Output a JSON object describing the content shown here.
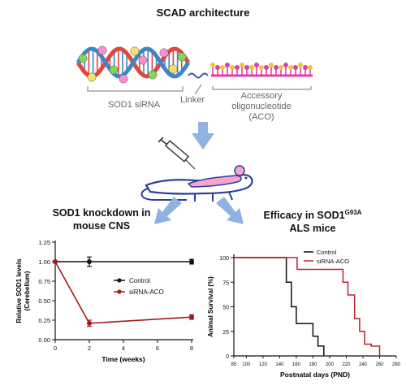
{
  "header": {
    "title": "SCAD architecture"
  },
  "architecture": {
    "sirna_label": "SOD1 siRNA",
    "linker_label": "Linker",
    "aco_label": "Accessory oligonucleotide (ACO)",
    "aco_lines": [
      "Accessory",
      "oligonucleotide",
      "(ACO)"
    ]
  },
  "panels": {
    "knockdown_title_lines": [
      "SOD1 knockdown in",
      "mouse CNS"
    ],
    "efficacy_title_line1": "Efficacy in SOD1",
    "efficacy_title_sup": "G93A",
    "efficacy_title_line2": "ALS mice"
  },
  "colors": {
    "helix_red": "#e0473c",
    "helix_blue": "#3f86c8",
    "aco_pink": "#e23da8",
    "aco_yellow": "#f2c630",
    "arrow_blue": "#8fb2e1",
    "mouse_outline": "#2d3f9c",
    "mouse_pink": "#f4a6d0",
    "control": "#111111",
    "sirna_aco": "#a31a1a"
  },
  "chart_data": [
    {
      "type": "line",
      "xlabel": "Time (weeks)",
      "ylabel": "Relative SOD1 levels",
      "ylabel_sub": "(Cerebellum)",
      "xticks": [
        0,
        2,
        4,
        6,
        8
      ],
      "yticks": [
        "0.00",
        "0.25",
        "0.50",
        "0.75",
        "1.00",
        "1.25"
      ],
      "xlim": [
        0,
        8
      ],
      "ylim": [
        0,
        1.25
      ],
      "legend_position": "right",
      "series": [
        {
          "name": "Control",
          "color": "#111111",
          "x": [
            0,
            2,
            8
          ],
          "y": [
            1.0,
            1.0,
            1.0
          ],
          "err": [
            0,
            0.06,
            0.03
          ]
        },
        {
          "name": "siRNA-ACO",
          "color": "#a31a1a",
          "x": [
            0,
            2,
            8
          ],
          "y": [
            1.0,
            0.21,
            0.29
          ],
          "err": [
            0,
            0.04,
            0.03
          ]
        }
      ]
    },
    {
      "type": "line",
      "xlabel": "Postnatal days (PND)",
      "ylabel": "Animal Survival (%)",
      "xticks": [
        85,
        100,
        120,
        140,
        160,
        180,
        200,
        220,
        240,
        260,
        280
      ],
      "yticks": [
        0,
        25,
        50,
        75,
        100
      ],
      "xlim": [
        85,
        280
      ],
      "ylim": [
        0,
        100
      ],
      "legend_position": "top-right",
      "series": [
        {
          "name": "Control",
          "color": "#111111",
          "x": [
            85,
            148,
            148,
            154,
            154,
            160,
            160,
            180,
            180,
            186,
            186,
            193,
            193
          ],
          "y": [
            100,
            100,
            75,
            75,
            50,
            50,
            33,
            33,
            20,
            20,
            10,
            10,
            0
          ]
        },
        {
          "name": "siRNA-ACO",
          "color": "#c0202a",
          "x": [
            85,
            161,
            161,
            216,
            216,
            222,
            222,
            230,
            230,
            236,
            236,
            242,
            242,
            250,
            250,
            260,
            260
          ],
          "y": [
            100,
            100,
            88,
            88,
            75,
            75,
            62,
            62,
            38,
            38,
            25,
            25,
            12,
            12,
            10,
            10,
            0
          ]
        }
      ]
    }
  ]
}
